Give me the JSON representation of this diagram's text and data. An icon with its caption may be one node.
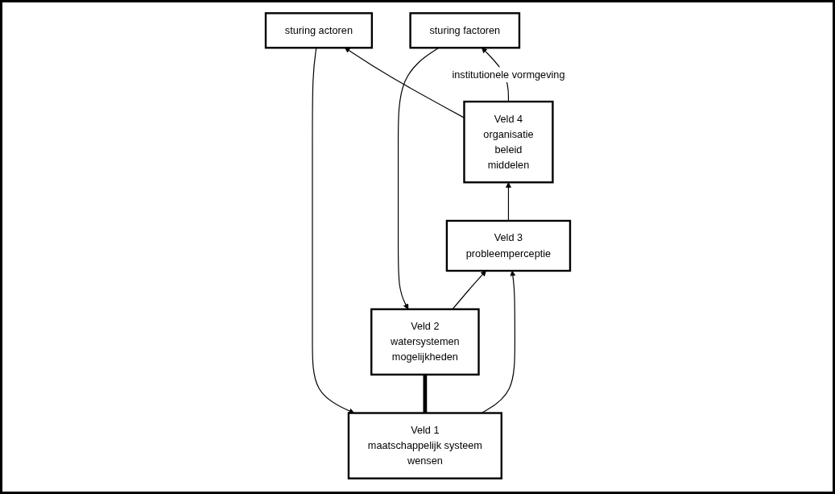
{
  "diagram": {
    "nodes": [
      {
        "text": [
          "Veld 1",
          "maatschappelijk systeem",
          "wensen"
        ]
      },
      {
        "text": [
          "Veld 2",
          "watersystemen",
          "mogelijkheden"
        ]
      },
      {
        "text": [
          "sturing actoren"
        ]
      },
      {
        "text": [
          "sturing factoren"
        ]
      },
      {
        "text": [
          "Veld 4",
          "organisatie",
          "beleid",
          "middelen"
        ]
      },
      {
        "text": [
          "Veld 3",
          "probleemperceptie"
        ]
      }
    ],
    "edges": [
      {
        "from": 0,
        "to": 1,
        "arrow": "none",
        "style": "thick"
      },
      {
        "from": 0,
        "to": 5,
        "arrow": "to"
      },
      {
        "from": 1,
        "to": 5,
        "arrow": "to"
      },
      {
        "from": 2,
        "to": 0,
        "arrow": "to"
      },
      {
        "from": 3,
        "to": 1,
        "arrow": "to"
      },
      {
        "from": 4,
        "to": 2,
        "arrow": "to"
      },
      {
        "from": 4,
        "to": 3,
        "arrow": "to",
        "label": "institutionele vormgeving"
      },
      {
        "from": 5,
        "to": 4,
        "arrow": "to"
      }
    ]
  }
}
